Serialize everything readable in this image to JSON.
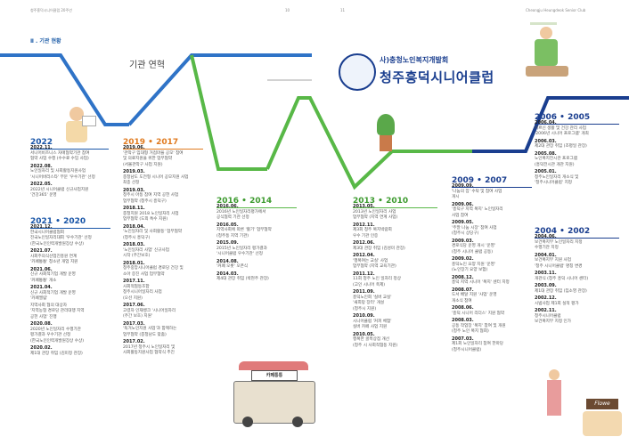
{
  "header": {
    "left": "청주흥덕시니어클럽 20주년",
    "page_left": "10",
    "page_right": "11",
    "right": "Cheongju Heungdeok Senior Club"
  },
  "section_title": "Ⅱ . 기관 현황",
  "main_title": "기관 연혁",
  "logo": {
    "sub": "사)충청노인복지개발회",
    "main": "청주흥덕시니어클럽"
  },
  "truck_sign": "카페통통",
  "sign_text": "Flowe",
  "colors": {
    "blue": "#1a56a8",
    "orange": "#e07a1f",
    "green": "#58b847",
    "navy": "#1a3e8f",
    "track_blue": "#2f73c7"
  },
  "periods": [
    {
      "label": "2022",
      "color": "blue",
      "entries": [
        {
          "d": "2022.11.",
          "t": "서니어비즈니스 자매협약기관 참여\n협약 사업 수행 (수수료 수입 사업)"
        },
        {
          "d": "2022.08.",
          "t": "노인일자리 및 사회활동지원사업\n'시니어바리스타' 부문 '우수기관' 선정"
        },
        {
          "d": "2022.05.",
          "t": "2022년 시니어클럽 신규사업지원\n'건강365' 운영"
        }
      ]
    },
    {
      "label": "2021 • 2020",
      "color": "blue",
      "entries": [
        {
          "d": "2021.12.",
          "t": "한국시니어클럽협회\n전국노인일자리대회 '우수기관' 선정\n(한국노인인력개발원장상 수상)"
        },
        {
          "d": "2021.07.",
          "t": "사회주의식산업진흥원 연계\n'카페통통' 청소년 개업 지원"
        },
        {
          "d": "2021.06.",
          "t": "신규 사회적기업 개발 운영\n'커페통통' 개소"
        },
        {
          "d": "2021.04.",
          "t": "신규 사회적기업 개발 운영\n'카페엘림'"
        },
        {
          "d": "",
          "t": "지역사회 협의 대상자\n'지역농협 경로당 관리대행 지역\n공헌 사업' 진행"
        },
        {
          "d": "2020.08.",
          "t": "2020년 노인일자리 수행기관\n평가결과 우수기관 선정\n(한국노인인력개발원장상 수상)"
        },
        {
          "d": "2020.02.",
          "t": "제1대 관장 취임 (김미정 관장)"
        }
      ]
    },
    {
      "label": "2019 • 2017",
      "color": "orange",
      "entries": [
        {
          "d": "2019.06.",
          "t": "'관악구 임대형 거점마을 공모' 참여\n및 의료지원을 위한 업무협약\n(서울관악구 사업 지원)"
        },
        {
          "d": "2019.03.",
          "t": "충청남도 도전형 시니어 공모지원 사업\n최종 선정"
        },
        {
          "d": "2019.03.",
          "t": "청주시 아동 참여 지역 공헌 사업\n업무협약 (청주시 흥덕구)"
        },
        {
          "d": "2018.11.",
          "t": "충청지원 2018 노인일자리 사업\n업무협약 (도외 특수 지원)"
        },
        {
          "d": "2018.04.",
          "t": "'노인일자리 및 사회활동' 업무협약\n(청주시 흥덕구)"
        },
        {
          "d": "2018.03.",
          "t": "'노인일자리 사업' 신규사업\n시작 (주간보호)"
        },
        {
          "d": "2018.01.",
          "t": "청주중앙시니어클럽 경로당 건강 및\n소아 증진 사업 업무협약"
        },
        {
          "d": "2017.11.",
          "t": "사회적협동조합\n청주시니어일자리 사업\n(오션 지원)"
        },
        {
          "d": "2017.06.",
          "t": "고령자 인재뱅크 '시니어일자리\n(주간 보호) 지원'"
        },
        {
          "d": "2017.03.",
          "t": "'독거노인지원 사업'과 함께하는\n업무협약 (충청남도 맞춤)"
        },
        {
          "d": "2017.02.",
          "t": "2017년 청주시 노인일자리 및\n사회활동지원사업 협약식 추진"
        }
      ]
    },
    {
      "label": "2016 • 2014",
      "color": "green",
      "entries": [
        {
          "d": "2016.06.",
          "t": "2016년 노인일자리평가에서\n공식협력 기관 선정"
        },
        {
          "d": "2016.05.",
          "t": "지역사회에 따른 '활기' 업무협약\n(청주동 지역 기관)"
        },
        {
          "d": "2015.09.",
          "t": "2015년 노인일자리 평가결과\n'시니어클럽 우수기관' 선정"
        },
        {
          "d": "2014.08.",
          "t": "'커페 오롯' 오픈식"
        },
        {
          "d": "2014.03.",
          "t": "제4대 관장 취임 (박현주 관장)"
        }
      ]
    },
    {
      "label": "2013 • 2010",
      "color": "green",
      "entries": [
        {
          "d": "2013.05.",
          "t": "2013년 노인일자리 사업\n업무협약 (지역 연계 사업)"
        },
        {
          "d": "2012.11.",
          "t": "제3회 청주 복지박람회\n우수 기관 인증"
        },
        {
          "d": "2012.06.",
          "t": "제3대 관장 취임 (김성미 관장)"
        },
        {
          "d": "2012.04.",
          "t": "'행복여는 교실' 사업\n업무협약 (지역 교육기관)"
        },
        {
          "d": "2011.12.",
          "t": "11회 청주 노인 일자리 정상\n(고인 시니어 축제)"
        },
        {
          "d": "2011.09.",
          "t": "흥덕노인회 '실버 교실'\n'새희망 장터' 개설\n(청주시 지원)"
        },
        {
          "d": "2010.09.",
          "t": "시니어클럽 '커피 체험'\n실버 카페 사업 지원"
        },
        {
          "d": "2010.05.",
          "t": "행복한 골목상점 개선\n(청주 시 사회적협동 지원)"
        }
      ]
    },
    {
      "label": "2009 • 2007",
      "color": "navy",
      "entries": [
        {
          "d": "2009.09.",
          "t": "'나눔의 집' 수탁 및 참여 사업\n개시"
        },
        {
          "d": "2009.06.",
          "t": "'흥덕구 지역 복지' 노인일자리\n사업 참여"
        },
        {
          "d": "2009.05.",
          "t": "'주말 나눔 시장' 참여 사업\n(청주시 상당구)"
        },
        {
          "d": "2009.03.",
          "t": "경로식당 운영 개시 '운영'\n(청주 시니어 클럽 공동)"
        },
        {
          "d": "2009.02.",
          "t": "흥덕노인 요양 지원 '운영'\n(노인장기 요양 보험)"
        },
        {
          "d": "2008.12.",
          "t": "흥덕 지역 시니어 '복지' 센터 지정"
        },
        {
          "d": "2008.07.",
          "t": "도서 배달 지원 '사업' 운영\n개소식 참여"
        },
        {
          "d": "2008.06.",
          "t": "'흥덕 시니어 리더스' 지원 협약"
        },
        {
          "d": "2008.03.",
          "t": "공동 작업장 '복지' 참여 및 개원\n(청주 노인 복지 협회)"
        },
        {
          "d": "2007.03.",
          "t": "제1회 노인일자리 참여 한마당\n(청주시니어클럽)"
        }
      ]
    },
    {
      "label": "2006 • 2005",
      "color": "navy",
      "entries": [
        {
          "d": "2006.04.",
          "t": "어르신 생활 및 건강 관리 사업\n'2006년 시니어 프로그램' 개최"
        },
        {
          "d": "2006.03.",
          "t": "제2대 관장 취임 (조평일 관장)"
        },
        {
          "d": "2005.08.",
          "t": "노인복지전시관 프로그램\n(흥덕전시관 개관 지원)"
        },
        {
          "d": "2005.01.",
          "t": "청주노인일자리 개소식 및\n'청주시니어클럽' 지정"
        }
      ]
    },
    {
      "label": "2004 • 2002",
      "color": "navy",
      "entries": [
        {
          "d": "2004.06.",
          "t": "보건복지부 노인일자리 지정\n수행기관 지정"
        },
        {
          "d": "2004.01.",
          "t": "보건복지부 지원 사업\n'청주 시니어클럽' 명칭 변경"
        },
        {
          "d": "2003.11.",
          "t": "개관식 (청주 흥덕 시니어 센터)"
        },
        {
          "d": "2003.09.",
          "t": "제1대 관장 취임 (임소영 관장)"
        },
        {
          "d": "2002.12.",
          "t": "시범사업 제1회 실적 평가"
        },
        {
          "d": "2002.11.",
          "t": "청주시니어클럽\n보건복지부 지정 인가"
        }
      ]
    }
  ]
}
